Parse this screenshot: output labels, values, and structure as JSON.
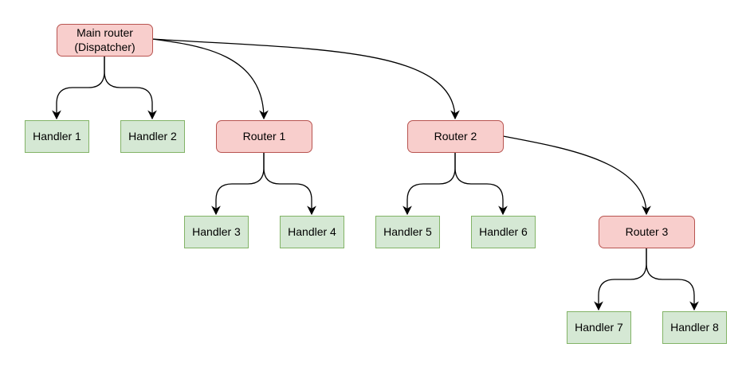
{
  "diagram": {
    "type": "tree-flowchart",
    "background_color": "#ffffff",
    "edge_color": "#000000",
    "styles": {
      "router": {
        "fill": "#f8cecc",
        "stroke": "#b85450",
        "shape": "rounded-rectangle"
      },
      "handler": {
        "fill": "#d5e8d4",
        "stroke": "#82b366",
        "shape": "rectangle"
      }
    },
    "nodes": [
      {
        "id": "main-router",
        "type": "router",
        "label": "Main router\n(Dispatcher)"
      },
      {
        "id": "handler-1",
        "type": "handler",
        "label": "Handler 1"
      },
      {
        "id": "handler-2",
        "type": "handler",
        "label": "Handler 2"
      },
      {
        "id": "router-1",
        "type": "router",
        "label": "Router 1"
      },
      {
        "id": "router-2",
        "type": "router",
        "label": "Router 2"
      },
      {
        "id": "handler-3",
        "type": "handler",
        "label": "Handler 3"
      },
      {
        "id": "handler-4",
        "type": "handler",
        "label": "Handler 4"
      },
      {
        "id": "handler-5",
        "type": "handler",
        "label": "Handler 5"
      },
      {
        "id": "handler-6",
        "type": "handler",
        "label": "Handler 6"
      },
      {
        "id": "router-3",
        "type": "router",
        "label": "Router 3"
      },
      {
        "id": "handler-7",
        "type": "handler",
        "label": "Handler 7"
      },
      {
        "id": "handler-8",
        "type": "handler",
        "label": "Handler 8"
      }
    ],
    "edges": [
      {
        "from": "main-router",
        "to": "handler-1",
        "arrow": "classic"
      },
      {
        "from": "main-router",
        "to": "handler-2",
        "arrow": "classic"
      },
      {
        "from": "main-router",
        "to": "router-1",
        "arrow": "classic"
      },
      {
        "from": "main-router",
        "to": "router-2",
        "arrow": "classic"
      },
      {
        "from": "router-1",
        "to": "handler-3",
        "arrow": "classic"
      },
      {
        "from": "router-1",
        "to": "handler-4",
        "arrow": "classic"
      },
      {
        "from": "router-2",
        "to": "handler-5",
        "arrow": "classic"
      },
      {
        "from": "router-2",
        "to": "handler-6",
        "arrow": "classic"
      },
      {
        "from": "router-2",
        "to": "router-3",
        "arrow": "classic"
      },
      {
        "from": "router-3",
        "to": "handler-7",
        "arrow": "classic"
      },
      {
        "from": "router-3",
        "to": "handler-8",
        "arrow": "classic"
      }
    ]
  }
}
